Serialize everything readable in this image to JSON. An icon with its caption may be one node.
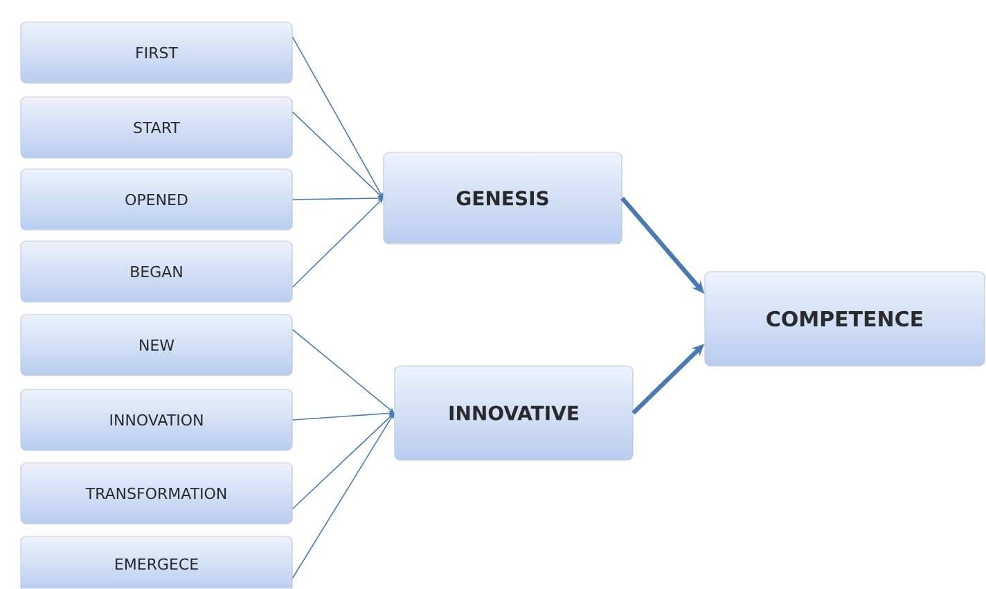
{
  "diagram": {
    "nodes": [
      {
        "text": [
          "FIRST"
        ]
      },
      {
        "text": [
          "START"
        ]
      },
      {
        "text": [
          "OPENED"
        ]
      },
      {
        "text": [
          "BEGAN"
        ]
      },
      {
        "text": [
          "NEW"
        ]
      },
      {
        "text": [
          "INNOVATION"
        ]
      },
      {
        "text": [
          "TRANSFORMATION"
        ]
      },
      {
        "text": [
          "EMERGECE"
        ]
      },
      {
        "text": [
          "GENESIS"
        ]
      },
      {
        "text": [
          "INNOVATIVE"
        ]
      },
      {
        "text": [
          "COMPETENCE"
        ]
      }
    ],
    "edges": [
      {
        "from": 0,
        "to": 8,
        "arrow": "to"
      },
      {
        "from": 1,
        "to": 8,
        "arrow": "to"
      },
      {
        "from": 2,
        "to": 8,
        "arrow": "to"
      },
      {
        "from": 3,
        "to": 8,
        "arrow": "to"
      },
      {
        "from": 4,
        "to": 9,
        "arrow": "to"
      },
      {
        "from": 5,
        "to": 9,
        "arrow": "to"
      },
      {
        "from": 6,
        "to": 9,
        "arrow": "to"
      },
      {
        "from": 7,
        "to": 9,
        "arrow": "to"
      },
      {
        "from": 8,
        "to": 10,
        "arrow": "to",
        "style": "thick"
      },
      {
        "from": 9,
        "to": 10,
        "arrow": "to",
        "style": "thick"
      }
    ]
  }
}
